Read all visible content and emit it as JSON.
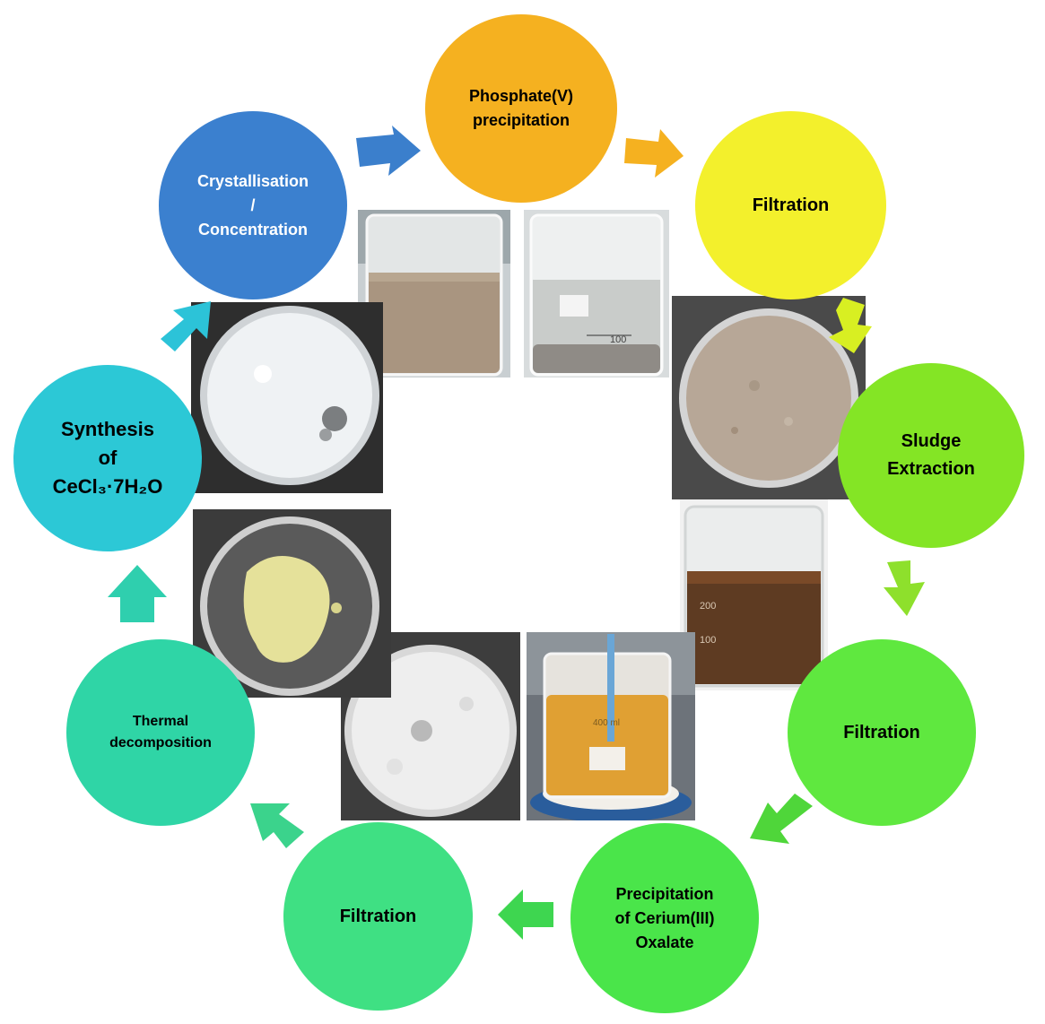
{
  "steps": [
    {
      "id": "phosphate",
      "label": "Phosphate(V)\nprecipitation",
      "color": "#f5b120",
      "text_color": "#000000"
    },
    {
      "id": "filtration-1",
      "label": "Filtration",
      "color": "#f3f02c",
      "text_color": "#000000"
    },
    {
      "id": "sludge",
      "label": "Sludge\nExtraction",
      "color": "#84e525",
      "text_color": "#000000"
    },
    {
      "id": "filtration-2",
      "label": "Filtration",
      "color": "#5fe83f",
      "text_color": "#000000"
    },
    {
      "id": "oxalate",
      "label": "Precipitation\nof Cerium(III)\nOxalate",
      "color": "#4ae54a",
      "text_color": "#000000"
    },
    {
      "id": "filtration-3",
      "label": "Filtration",
      "color": "#3fe083",
      "text_color": "#000000"
    },
    {
      "id": "thermal",
      "label": "Thermal\ndecomposition",
      "color": "#2fd5a6",
      "text_color": "#000000"
    },
    {
      "id": "synthesis",
      "label": "Synthesis\nof\nCeCl₃·7H₂O",
      "color": "#2cc8d6",
      "text_color": "#000000"
    },
    {
      "id": "crystallisation",
      "label": "Crystallisation\n/\nConcentration",
      "color": "#3b80cf",
      "text_color": "#ffffff"
    }
  ],
  "photos": [
    {
      "id": "beaker-brown-suspension",
      "icon": "beaker-photo"
    },
    {
      "id": "beaker-grey-sediment",
      "icon": "beaker-photo",
      "markings": [
        "100"
      ]
    },
    {
      "id": "petri-beige-sludge",
      "icon": "petri-dish-photo"
    },
    {
      "id": "beaker-dark-brown-extract",
      "icon": "beaker-photo",
      "markings": [
        "200",
        "100"
      ]
    },
    {
      "id": "beaker-orange-precipitate",
      "icon": "beaker-photo",
      "markings": [
        "400 ml"
      ]
    },
    {
      "id": "petri-white-oxalate",
      "icon": "petri-dish-photo"
    },
    {
      "id": "petri-yellow-oxide",
      "icon": "petri-dish-photo"
    },
    {
      "id": "petri-white-chloride",
      "icon": "petri-dish-photo"
    }
  ],
  "arrow_colors": [
    "#f5b120",
    "#d8ef22",
    "#8ee02c",
    "#4fd63a",
    "#3ed650",
    "#3bd38c",
    "#2fcfae",
    "#2cc3d8",
    "#3b7fcc"
  ]
}
